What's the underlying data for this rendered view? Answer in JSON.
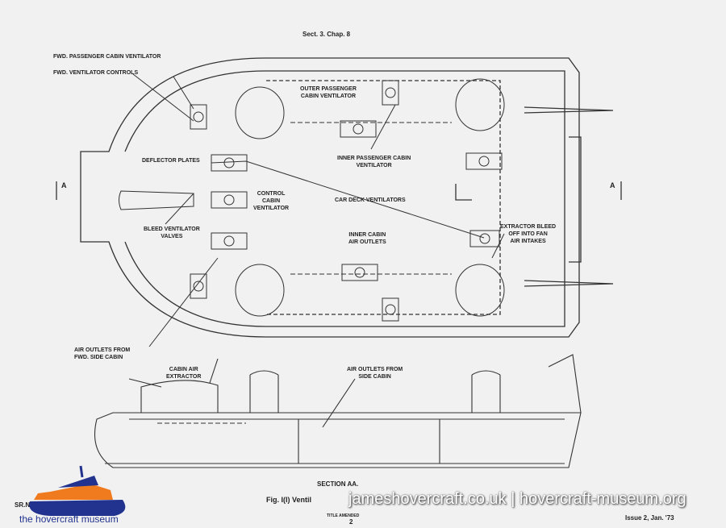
{
  "header": "Sect. 3. Chap. 8",
  "labels": {
    "fwd_cabin_vent": "FWD. PASSENGER CABIN VENTILATOR",
    "fwd_vent_controls": "FWD. VENTILATOR CONTROLS",
    "outer_cabin_vent": "OUTER PASSENGER\nCABIN VENTILATOR",
    "inner_cabin_vent": "INNER PASSENGER CABIN\nVENTILATOR",
    "deflector": "DEFLECTOR PLATES",
    "control_cabin": "CONTROL\nCABIN\nVENTILATOR",
    "car_deck": "CAR DECK VENTILATORS",
    "bleed": "BLEED  VENTILATOR\nVALVES",
    "extractor": "EXTRACTOR BLEED\nOFF INTO FAN\nAIR INTAKES",
    "inner_outlets": "INNER CABIN\nAIR OUTLETS",
    "fwd_outlets": "AIR OUTLETS FROM\nFWD. SIDE CABIN",
    "cabin_extractor": "CABIN AIR\nEXTRACTOR",
    "side_outlets": "AIR OUTLETS FROM\nSIDE CABIN",
    "section_a_left": "A",
    "section_a_right": "A",
    "section": "SECTION AA.",
    "fig": "Fig. I(I)  Ventil",
    "amended": "TITLE AMENDED",
    "page": "2",
    "issue": "Issue 2, Jan. '73",
    "sr": "SR.N4"
  },
  "watermark": "jameshovercraft.co.uk | hovercraft-museum.org",
  "logo_text": "the hovercraft museum"
}
